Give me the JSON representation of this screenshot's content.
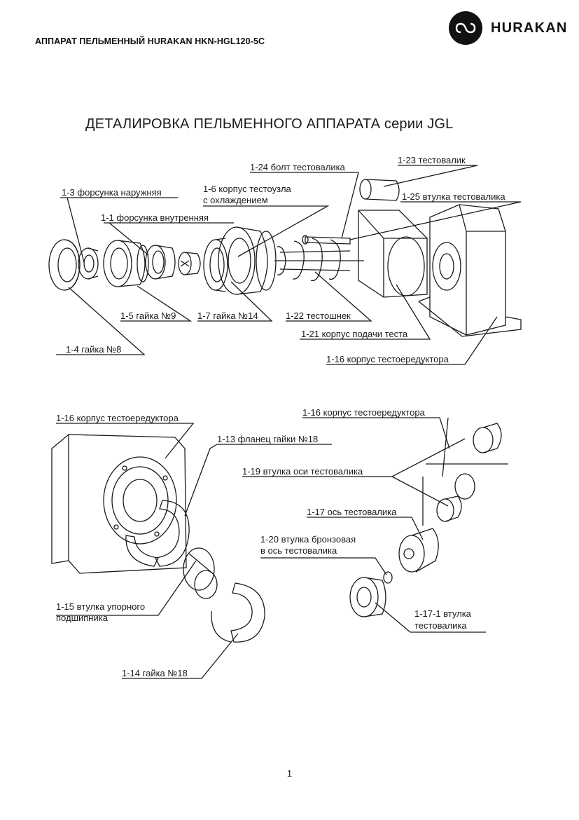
{
  "header": {
    "title": "АППАРАТ ПЕЛЬМЕННЫЙ HURAKAN HKN-HGL120-5C",
    "logo_text": "HURAKAN"
  },
  "diagram": {
    "title": "ДЕТАЛИРОВКА ПЕЛЬМЕННОГО АППАРАТА серии JGL",
    "top_labels": {
      "l_1_23": "1-23 тестовалик",
      "l_1_24": "1-24 болт тестовалика",
      "l_1_25": "1-25 втулка тестовалика",
      "l_1_3": "1-3 форсунка наружняя",
      "l_1_6_a": "1-6 корпус тестоузла",
      "l_1_6_b": "с охлаждением",
      "l_1_1": "1-1 форсунка внутренняя",
      "l_1_5": "1-5 гайка №9",
      "l_1_7": "1-7 гайка №14",
      "l_1_22": "1-22 тестошнек",
      "l_1_21": "1-21 корпус подачи теста",
      "l_1_4": "1-4 гайка №8",
      "l_1_16": "1-16 корпус тестоередуктора"
    },
    "bottom_left_labels": {
      "l_1_16": "1-16 корпус тестоередуктора",
      "l_1_13": "1-13 фланец гайки №18",
      "l_1_15_a": "1-15 втулка упорного",
      "l_1_15_b": "подшипника",
      "l_1_14": "1-14 гайка №18"
    },
    "bottom_right_labels": {
      "l_1_16": "1-16 корпус тестоередуктора",
      "l_1_19": "1-19 втулка оси тестовалика",
      "l_1_17": "1-17 ось тестовалика",
      "l_1_20_a": "1-20 втулка бронзовая",
      "l_1_20_b": "в ось тестовалика",
      "l_1_17_1_a": "1-17-1 втулка",
      "l_1_17_1_b": "тестовалика"
    }
  },
  "footer": {
    "page_number": "1"
  }
}
